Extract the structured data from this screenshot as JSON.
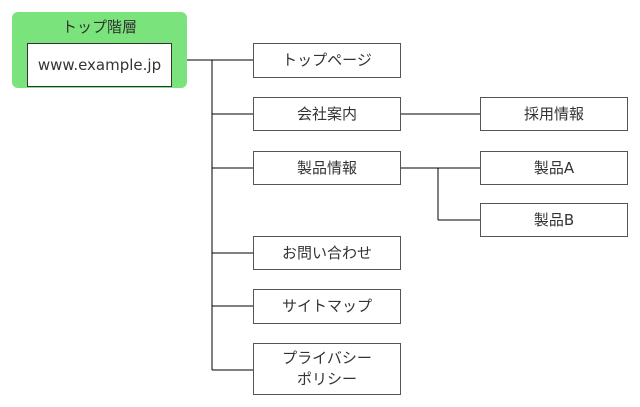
{
  "colors": {
    "root_fill": "#7be37b",
    "line": "#000000",
    "box_border": "#555555"
  },
  "root": {
    "label": "トップ階層",
    "url": "www.example.jp"
  },
  "pages": {
    "top": "トップページ",
    "company": "会社案内",
    "recruit": "採用情報",
    "products": "製品情報",
    "product_a": "製品A",
    "product_b": "製品B",
    "contact": "お問い合わせ",
    "sitemap": "サイトマップ",
    "privacy": "プライバシー\nポリシー"
  }
}
